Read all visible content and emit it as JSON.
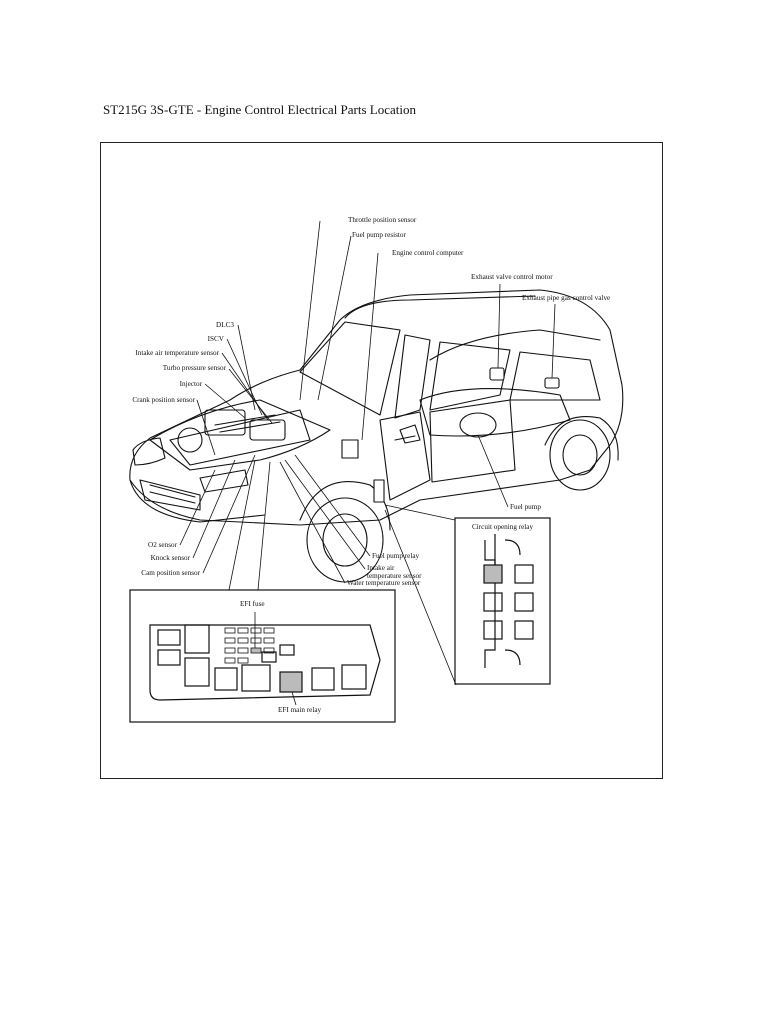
{
  "page": {
    "title": "ST215G 3S-GTE - Engine Control Electrical Parts Location"
  },
  "labels": {
    "throttle_position_sensor": "Throttle position sensor",
    "fuel_pump_resistor": "Fuel pump resistor",
    "engine_control_computer": "Engine control computer",
    "exhaust_valve_control_motor": "Exhaust valve control motor",
    "exhaust_pipe_gas_control_valve": "Exhaust pipe gas control valve",
    "dlc3": "DLC3",
    "iscv": "ISCV",
    "intake_air_temperature_sensor_top": "Intake air temperature sensor",
    "turbo_pressure_sensor": "Turbo pressure sensor",
    "injector": "Injector",
    "crank_position_sensor": "Crank position sensor",
    "fuel_pump": "Fuel pump",
    "circuit_opening_relay": "Circuit opening relay",
    "o2_sensor": "O2 sensor",
    "knock_sensor": "Knock sensor",
    "cam_position_sensor": "Cam position sensor",
    "fuel_pump_relay": "Fuel pump relay",
    "intake_air_temperature_sensor_bottom_1": "Intake air",
    "intake_air_temperature_sensor_bottom_2": "temperature sensor",
    "water_temperature_sensor": "Water temperature sensor",
    "efi_fuse": "EFI fuse",
    "efi_main_relay": "EFI main relay"
  }
}
